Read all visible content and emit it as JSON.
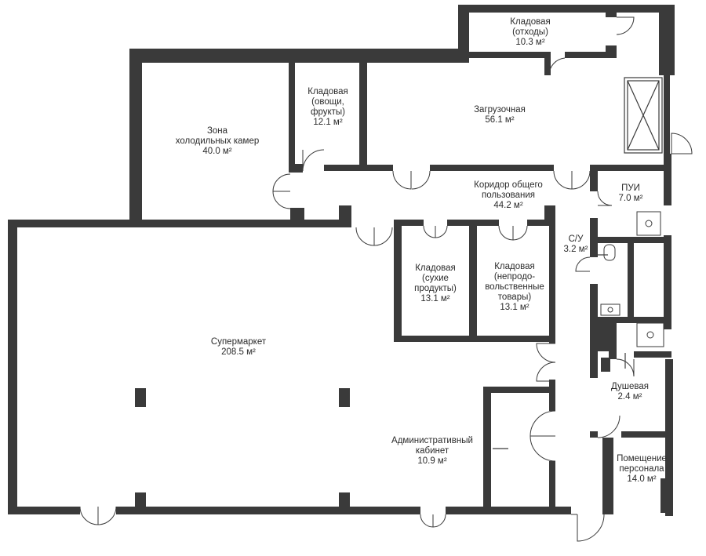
{
  "rooms": {
    "pantry_waste": {
      "lines": [
        "Кладовая",
        "(отходы)"
      ],
      "area": "10.3 м²"
    },
    "pantry_vegetables": {
      "lines": [
        "Кладовая",
        "(овощи,",
        "фрукты)"
      ],
      "area": "12.1 м²"
    },
    "loading": {
      "lines": [
        "Загрузочная"
      ],
      "area": "56.1 м²"
    },
    "cold_rooms": {
      "lines": [
        "Зона",
        "холодильных камер"
      ],
      "area": "40.0 м²"
    },
    "corridor": {
      "lines": [
        "Коридор общего",
        "пользования"
      ],
      "area": "44.2 м²"
    },
    "cleaning": {
      "lines": [
        "ПУИ"
      ],
      "area": "7.0 м²"
    },
    "wc": {
      "lines": [
        "С/У"
      ],
      "area": "3.2 м²"
    },
    "pantry_dry": {
      "lines": [
        "Кладовая",
        "(сухие",
        "продукты)"
      ],
      "area": "13.1 м²"
    },
    "pantry_nonfood": {
      "lines": [
        "Кладовая",
        "(непродо-",
        "вольственные",
        "товары)"
      ],
      "area": "13.1 м²"
    },
    "supermarket": {
      "lines": [
        "Супермаркет"
      ],
      "area": "208.5 м²"
    },
    "shower": {
      "lines": [
        "Душевая"
      ],
      "area": "2.4 м²"
    },
    "admin_office": {
      "lines": [
        "Административный",
        "кабинет"
      ],
      "area": "10.9 м²"
    },
    "staff_room": {
      "lines": [
        "Помещение",
        "персонала"
      ],
      "area": "14.0 м²"
    }
  }
}
